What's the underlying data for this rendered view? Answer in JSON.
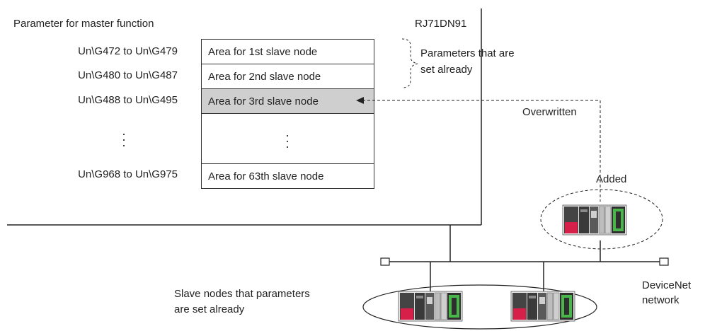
{
  "master_param_title": "Parameter for master function",
  "module_name": "RJ71DN91",
  "table": {
    "rows": [
      {
        "address": "Un\\G472 to Un\\G479",
        "label": "Area for 1st slave node",
        "highlighted": false
      },
      {
        "address": "Un\\G480 to Un\\G487",
        "label": "Area for 2nd slave node",
        "highlighted": false
      },
      {
        "address": "Un\\G488 to Un\\G495",
        "label": "Area for 3rd slave node",
        "highlighted": true
      },
      {
        "address": "Un\\G968 to Un\\G975",
        "label": "Area for 63th slave node",
        "highlighted": false
      }
    ],
    "ellipsis": "⋮"
  },
  "annotations": {
    "params_set_already": [
      "Parameters that are",
      "set already"
    ],
    "overwritten": "Overwritten",
    "added": "Added",
    "slave_nodes_set_already": [
      "Slave nodes that parameters",
      "are set already"
    ],
    "network": [
      "DeviceNet",
      "network"
    ]
  },
  "colors": {
    "line": "#222222",
    "highlight_row": "#cfcfcf",
    "plc_red": "#d6204a",
    "plc_green": "#4ab54a",
    "plc_dark": "#333333"
  }
}
